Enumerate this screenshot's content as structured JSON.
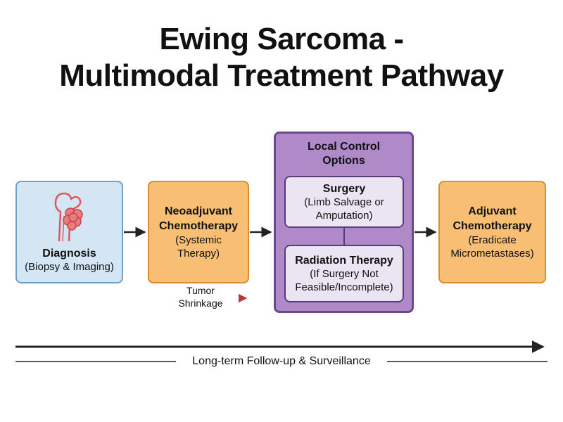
{
  "title": {
    "line1": "Ewing Sarcoma -",
    "line2": "Multimodal Treatment Pathway"
  },
  "diagnosis": {
    "heading": "Diagnosis",
    "detail": "(Biopsy & Imaging)",
    "icon": "bone-tumor-icon"
  },
  "neoadjuvant": {
    "heading_line1": "Neoadjuvant",
    "heading_line2": "Chemotherapy",
    "detail_line1": "(Systemic",
    "detail_line2": "Therapy)"
  },
  "local_control": {
    "title_line1": "Local Control",
    "title_line2": "Options",
    "surgery": {
      "heading": "Surgery",
      "detail_line1": "(Limb Salvage or",
      "detail_line2": "Amputation)"
    },
    "radiation": {
      "heading": "Radiation Therapy",
      "detail_line1": "(If Surgery Not",
      "detail_line2": "Feasible/Incomplete)"
    }
  },
  "adjuvant": {
    "heading_line1": "Adjuvant",
    "heading_line2": "Chemotherapy",
    "detail_line1": "(Eradicate",
    "detail_line2": "Micrometastases)"
  },
  "tumor_shrinkage": {
    "line1": "Tumor",
    "line2": "Shrinkage"
  },
  "followup": {
    "label": "Long-term Follow-up & Surveillance"
  },
  "colors": {
    "diagnosis_fill": "#d4e6f3",
    "chemo_fill": "#f8bf74",
    "local_fill": "#b08ac8",
    "option_fill": "#ebe4f2",
    "tumor_red": "#e0575d",
    "shrink_arrow": "#c0333a"
  }
}
